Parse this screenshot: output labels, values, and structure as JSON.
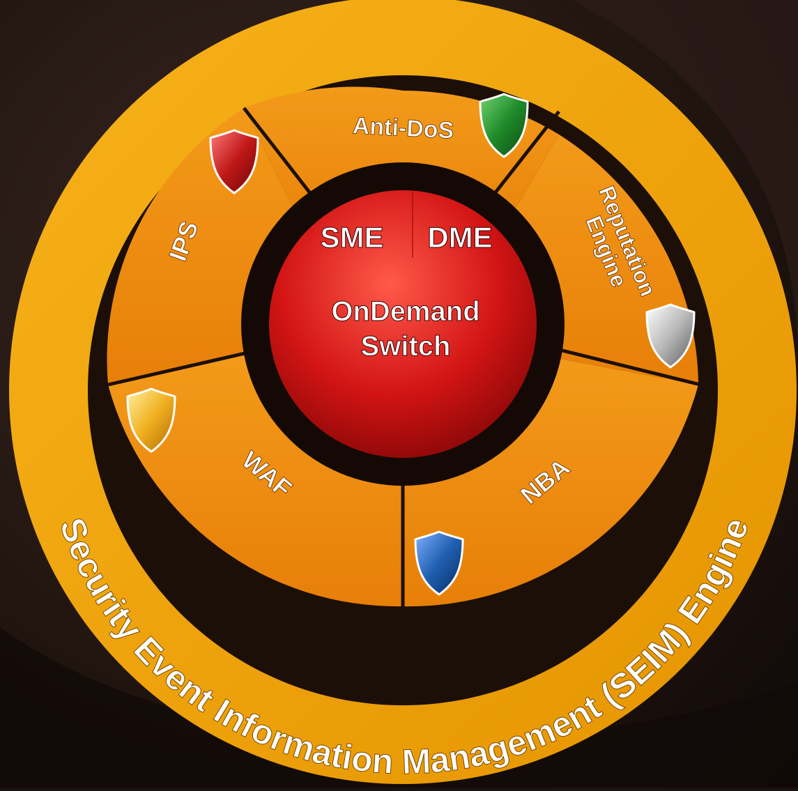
{
  "ring": {
    "text": "Security Event Information Management (SEIM) Engine"
  },
  "segments": [
    {
      "id": "anti-dos",
      "label": "Anti-DoS",
      "shield": "green-shield-icon"
    },
    {
      "id": "reputation",
      "label_line1": "Reputation",
      "label_line2": "Engine",
      "shield": "silver-shield-icon"
    },
    {
      "id": "nba",
      "label": "NBA",
      "shield": "blue-shield-icon"
    },
    {
      "id": "waf",
      "label": "WAF",
      "shield": "gold-shield-icon"
    },
    {
      "id": "ips",
      "label": "IPS",
      "shield": "red-shield-icon"
    }
  ],
  "core": {
    "left": "SME",
    "right": "DME",
    "line1": "OnDemand",
    "line2": "Switch"
  },
  "colors": {
    "background": "#1a1110",
    "ring": "#f0a000",
    "segment": "#ef8a0c",
    "core": "#d01010",
    "green": "#1f8a2a",
    "red": "#c01818",
    "blue": "#1f5fb0",
    "gold": "#f0b020",
    "silver": "#b8b8b8"
  }
}
